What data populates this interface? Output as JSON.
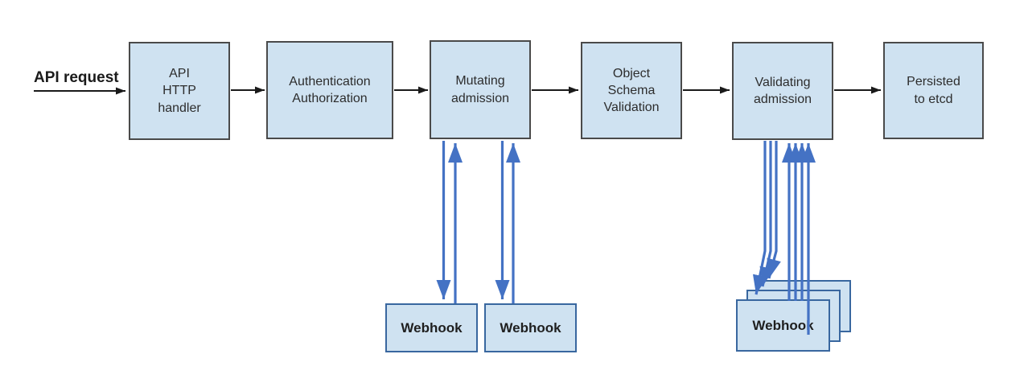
{
  "diagram": {
    "request_label": "API request",
    "nodes": [
      {
        "label": "API\nHTTP\nhandler"
      },
      {
        "label": "Authentication\nAuthorization"
      },
      {
        "label": "Mutating\nadmission"
      },
      {
        "label": "Object\nSchema\nValidation"
      },
      {
        "label": "Validating\nadmission"
      },
      {
        "label": "Persisted\nto etcd"
      }
    ],
    "mutating_webhooks": [
      {
        "label": "Webhook"
      },
      {
        "label": "Webhook"
      }
    ],
    "validating_webhook_stack": {
      "front_label": "Webhook",
      "stacked_count": 3
    },
    "colors": {
      "node-fill": "#cfe2f1",
      "node-border": "#4a4a4a",
      "webhook-border": "#39679f",
      "flow-arrow": "#1a1a1a",
      "webhook-arrow": "#4472c4",
      "label-text": "#2d2d2d"
    }
  }
}
